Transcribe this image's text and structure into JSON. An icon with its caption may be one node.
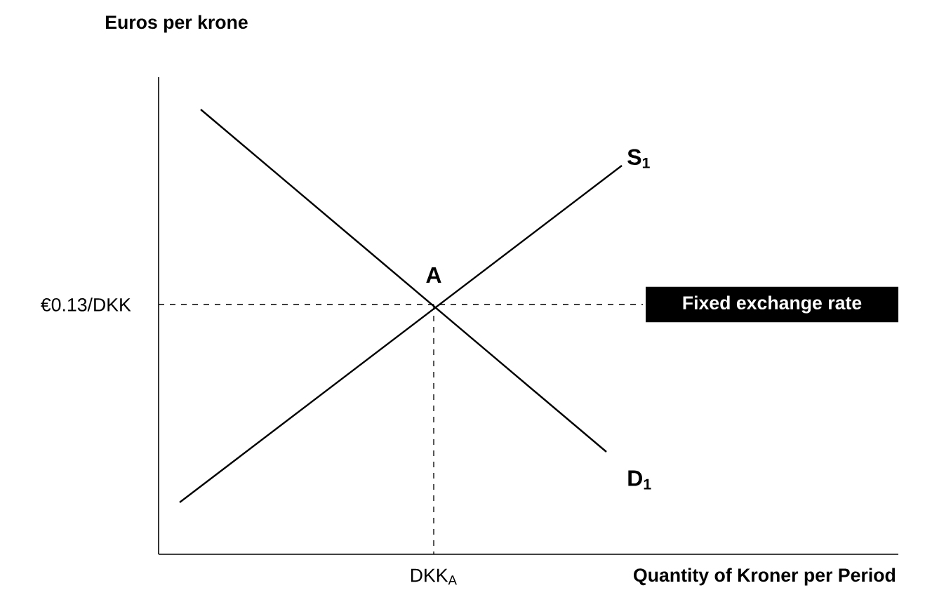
{
  "diagram": {
    "nodes": [
      {
        "text": [
          "Fixed exchange rate"
        ]
      }
    ],
    "labels": [
      "Euros per krone",
      "S$_{1}$",
      "A",
      "€0.13/DKK",
      "D$_{1}$",
      "DKK$_{A}$",
      "Quantity of Kroner per Period"
    ]
  }
}
